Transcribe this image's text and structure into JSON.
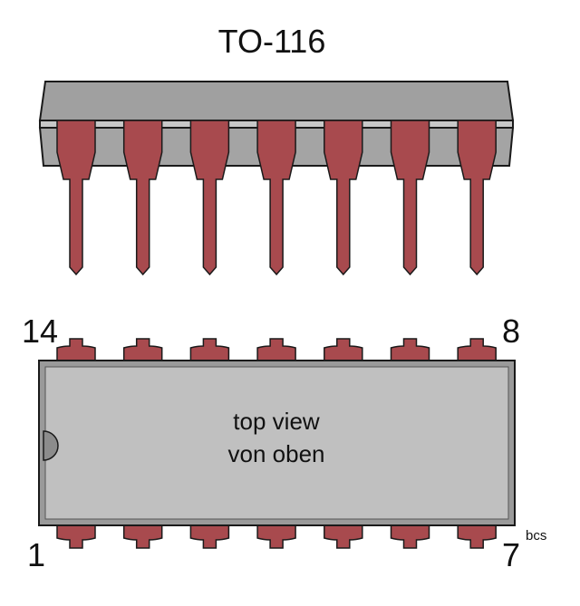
{
  "title": "TO-116",
  "pin_count": 14,
  "pins_per_side": 7,
  "labels": {
    "pin_top_left": "14",
    "pin_top_right": "8",
    "pin_bottom_left": "1",
    "pin_bottom_right": "7",
    "author": "bcs",
    "view_line1": "top view",
    "view_line2": "von oben"
  },
  "colors": {
    "pin": "#a84a4e",
    "body_top": "#a0a0a0",
    "body_strip": "#c8c8c8",
    "body_face": "#a4a4a4",
    "top_view_body": "#c0c0c0",
    "bevel": "#9a9a9a",
    "notch": "#8c8c8c",
    "outline": "#1a1a1a"
  }
}
